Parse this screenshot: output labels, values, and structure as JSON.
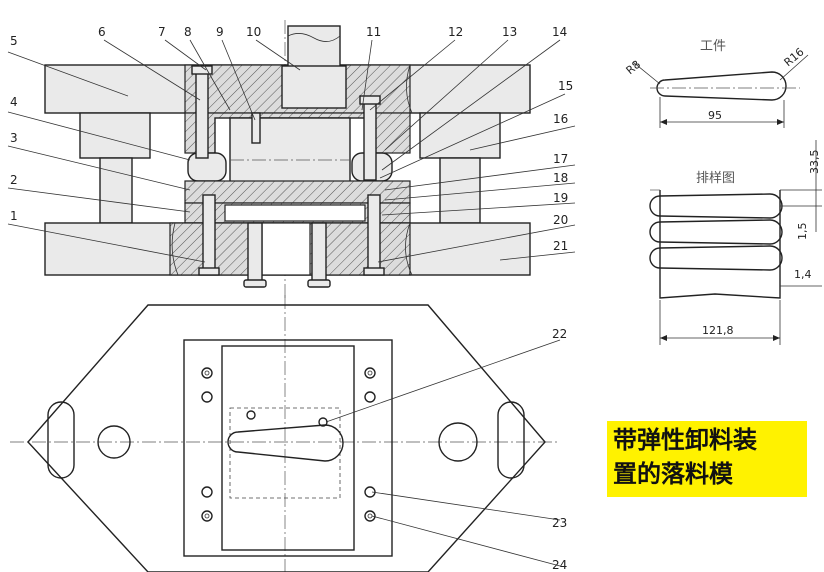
{
  "drawing": {
    "part_numbers": [
      "1",
      "2",
      "3",
      "4",
      "5",
      "6",
      "7",
      "8",
      "9",
      "10",
      "11",
      "12",
      "13",
      "14",
      "15",
      "16",
      "17",
      "18",
      "19",
      "20",
      "21",
      "22",
      "23",
      "24"
    ],
    "workpiece": {
      "label": "工件",
      "radius_left": "R8",
      "radius_right": "R16",
      "length": "95"
    },
    "layout": {
      "label": "排样图",
      "pitch": "33,5",
      "gap": "1,5",
      "edge": "1,4",
      "width": "121,8"
    }
  },
  "caption": {
    "line1": "带弹性卸料装",
    "line2": "置的落料模"
  },
  "colors": {
    "caption_bg": "#fff200",
    "line": "#222222",
    "plate_fill": "#eaeaea"
  }
}
